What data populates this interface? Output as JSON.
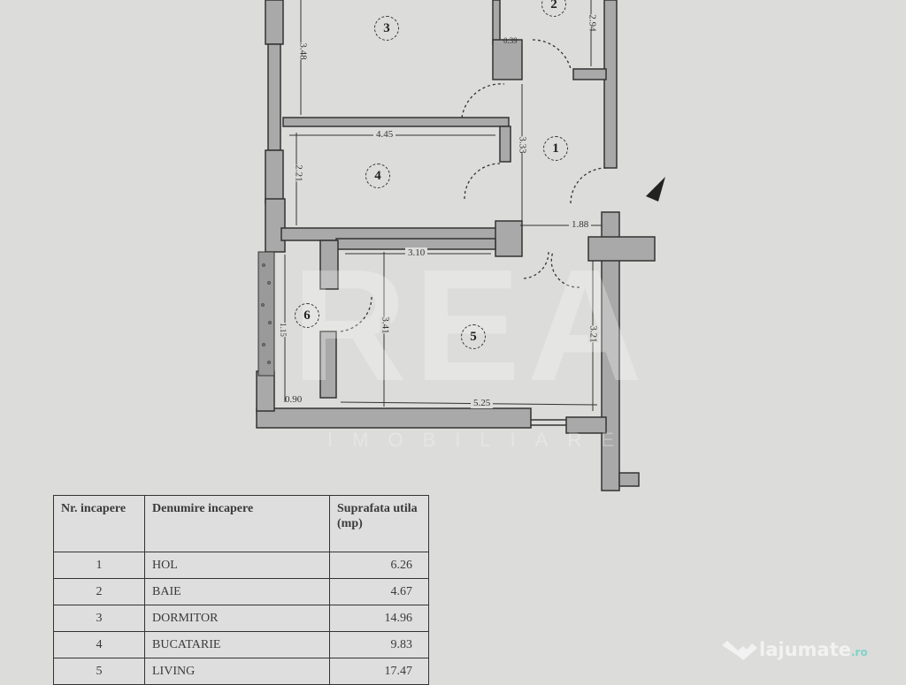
{
  "plan": {
    "rooms": [
      {
        "nr": "1"
      },
      {
        "nr": "2"
      },
      {
        "nr": "3"
      },
      {
        "nr": "4"
      },
      {
        "nr": "5"
      },
      {
        "nr": "6"
      }
    ],
    "dimensions": {
      "d348": "3.48",
      "d294": "2.94",
      "d039": "0.39",
      "d445": "4.45",
      "d221": "2.21",
      "d333": "3.33",
      "d188": "1.88",
      "d310": "3.10",
      "d341": "3.41",
      "d321": "3.21",
      "d115": "1.15",
      "d090": "0.90",
      "d525": "5.25"
    }
  },
  "watermark": {
    "main": "REA",
    "sub": "IMOBILIARE"
  },
  "table": {
    "headers": [
      "Nr. incapere",
      "Denumire incapere",
      "Suprafata utila (mp)"
    ],
    "rows": [
      {
        "nr": "1",
        "name": "HOL",
        "area": "6.26"
      },
      {
        "nr": "2",
        "name": "BAIE",
        "area": "4.67"
      },
      {
        "nr": "3",
        "name": "DORMITOR",
        "area": "14.96"
      },
      {
        "nr": "4",
        "name": "BUCATARIE",
        "area": "9.83"
      },
      {
        "nr": "5",
        "name": "LIVING",
        "area": "17.47"
      }
    ]
  },
  "logo": {
    "name": "lajumate",
    "tld": ".ro"
  }
}
